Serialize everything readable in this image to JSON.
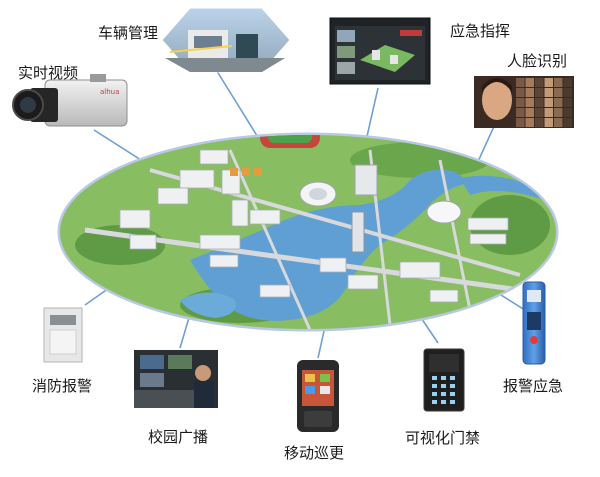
{
  "colors": {
    "connector": "#6f9fd2",
    "ellipse_edge": "#b9c8e4",
    "water": "#5f9fd4",
    "grass": "#7fb55a",
    "road": "#d7d9dc"
  },
  "center": {
    "name": "campus-map",
    "icon": "campus-aerial-map"
  },
  "nodes": [
    {
      "id": "vehicle",
      "label": "车辆管理",
      "icon": "parking-gate-photo"
    },
    {
      "id": "emergency-command",
      "label": "应急指挥",
      "icon": "command-monitor-screen"
    },
    {
      "id": "video",
      "label": "实时视频",
      "icon": "security-camera-icon"
    },
    {
      "id": "face",
      "label": "人脸识别",
      "icon": "face-recognition-icon"
    },
    {
      "id": "fire-alarm",
      "label": "消防报警",
      "icon": "fire-alarm-panel-icon"
    },
    {
      "id": "broadcast",
      "label": "校园广播",
      "icon": "broadcast-console-photo"
    },
    {
      "id": "patrol",
      "label": "移动巡更",
      "icon": "handheld-patrol-device-icon"
    },
    {
      "id": "access",
      "label": "可视化门禁",
      "icon": "door-access-panel-icon"
    },
    {
      "id": "alarm",
      "label": "报警应急",
      "icon": "emergency-alarm-pillar-icon"
    }
  ]
}
